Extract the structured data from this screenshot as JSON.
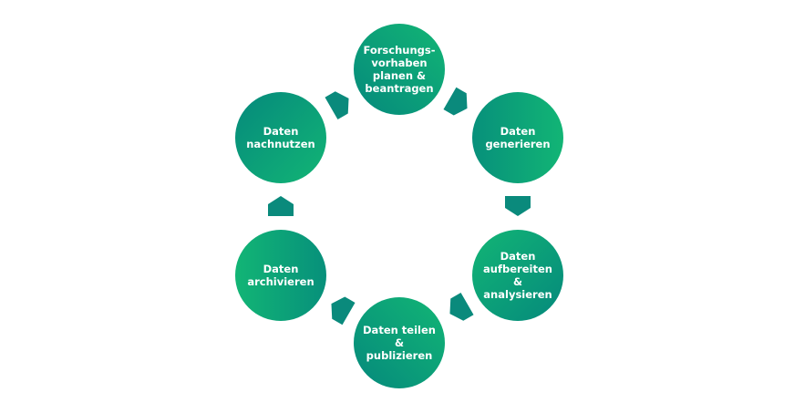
{
  "diagram": {
    "title_colors": {
      "dark": "#05897c",
      "light": "#12b575",
      "arrow": "#0a8a7c"
    },
    "steps": [
      {
        "label": "Forschungs-\nvorhaben\nplanen &\nbeantragen"
      },
      {
        "label": "Daten\ngenerieren"
      },
      {
        "label": "Daten\naufbereiten\n&\nanalysieren"
      },
      {
        "label": "Daten teilen\n&\npublizieren"
      },
      {
        "label": "Daten\narchivieren"
      },
      {
        "label": "Daten\nnachnutzen"
      }
    ]
  }
}
